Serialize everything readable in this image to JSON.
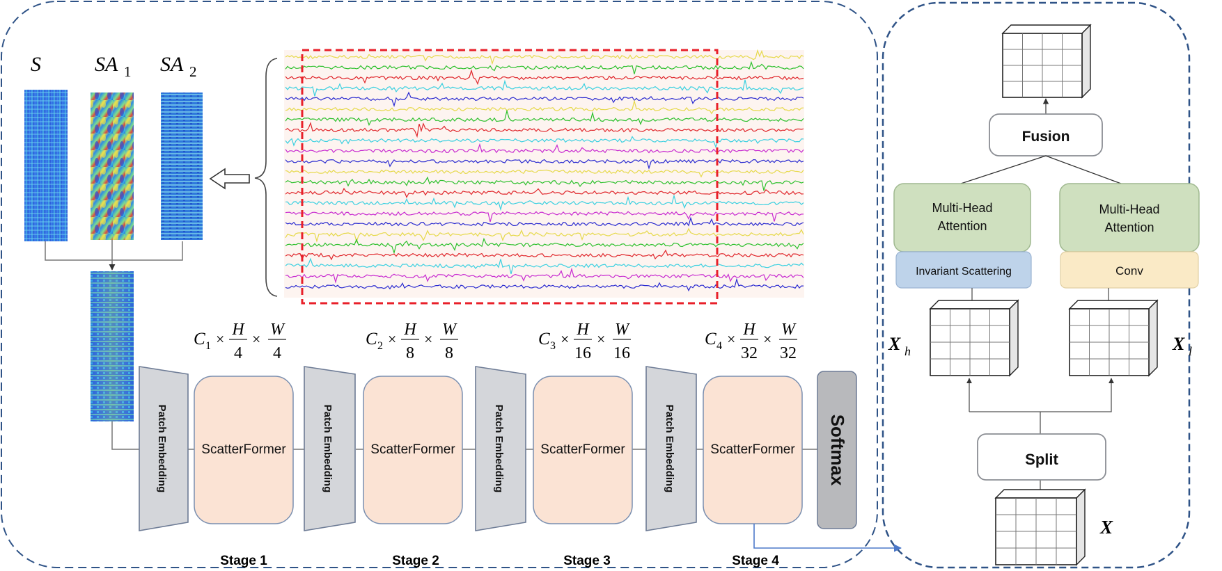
{
  "colors": {
    "frame_dash": "#2f5387",
    "stage_fill": "#fbe3d4",
    "stage_stroke": "#7a8fb0",
    "patch_fill": "#d4d6da",
    "patch_stroke": "#6d7b95",
    "softmax_fill": "#b8b9bc",
    "mha_fill": "#cfe0bf",
    "mha_stroke": "#9fb88f",
    "scatter_fill": "#bed3ea",
    "conv_fill": "#faeac6",
    "eeg_box": "#e8202a",
    "eeg_bg": "#fdf1ee",
    "arrow_blue": "#4c78c9"
  },
  "icons": {
    "hollow_arrow": "hollow-left-arrow-icon",
    "brace": "curly-brace-icon",
    "tensor": "3d-grid-tensor-icon"
  },
  "scalograms": {
    "s_label": "S",
    "sa1_base": "SA",
    "sa1_sub": "1",
    "sa2_base": "SA",
    "sa2_sub": "2"
  },
  "eeg": {
    "channel_colors": [
      "#e6d94a",
      "#2cc02c",
      "#e0262b",
      "#3ad0e0",
      "#2a2ad0",
      "#e6d94a",
      "#2cc02c",
      "#e0262b",
      "#3ad0e0",
      "#c82ad0",
      "#2a2ad0",
      "#e6d94a",
      "#2cc02c",
      "#e0262b",
      "#3ad0e0",
      "#c82ad0",
      "#2a2ad0",
      "#e6d94a",
      "#2cc02c",
      "#e0262b",
      "#3ad0e0",
      "#c82ad0",
      "#2a2ad0"
    ]
  },
  "pipeline": {
    "patch_embedding_label": "Patch Embedding",
    "scatterformer_label": "ScatterFormer",
    "softmax_label": "Softmax",
    "stages": [
      {
        "name": "Stage 1",
        "c": "C",
        "c_sub": "1",
        "h": "H",
        "h_div": "4",
        "w": "W",
        "w_div": "4"
      },
      {
        "name": "Stage 2",
        "c": "C",
        "c_sub": "2",
        "h": "H",
        "h_div": "8",
        "w": "W",
        "w_div": "8"
      },
      {
        "name": "Stage 3",
        "c": "C",
        "c_sub": "3",
        "h": "H",
        "h_div": "16",
        "w": "W",
        "w_div": "16"
      },
      {
        "name": "Stage 4",
        "c": "C",
        "c_sub": "4",
        "h": "H",
        "h_div": "32",
        "w": "W",
        "w_div": "32"
      }
    ],
    "times": "×"
  },
  "detail": {
    "fusion": "Fusion",
    "mha_left": [
      "Multi-Head",
      "Attention"
    ],
    "mha_right": [
      "Multi-Head",
      "Attention"
    ],
    "invariant_scattering": "Invariant Scattering",
    "conv": "Conv",
    "split": "Split",
    "x_h_base": "X",
    "x_h_sub": "h",
    "x_l_base": "X",
    "x_l_sub": "l",
    "x_input": "X"
  }
}
